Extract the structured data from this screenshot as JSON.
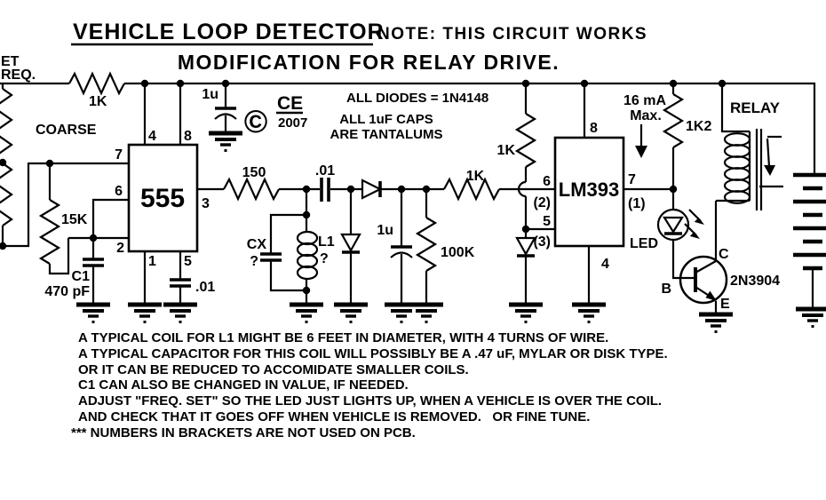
{
  "colors": {
    "ink": "#000000",
    "background": "#ffffff"
  },
  "header": {
    "title": "VEHICLE LOOP DETECTOR",
    "note": "NOTE: THIS CIRCUIT WORKS",
    "subtitle": "MODIFICATION FOR RELAY DRIVE."
  },
  "annotations": {
    "copyright_symbol": "©",
    "logo": "CE",
    "year": "2007",
    "diodes_note": "ALL DIODES = 1N4148",
    "caps_note_line1": "ALL 1uF CAPS",
    "caps_note_line2": "ARE TANTALUMS",
    "current_limit_line1": "16 mA",
    "current_limit_line2": "Max."
  },
  "labels": {
    "freq_set_clipped_line1": "ET",
    "freq_set_clipped_line2": "REQ.",
    "coarse_pot": "COARSE",
    "r_supply": "1K",
    "r_timing": "15K",
    "c1_name": "C1",
    "c1_value": "470 pF",
    "timer_ic": "555",
    "timer_pin4": "4",
    "timer_pin8": "8",
    "timer_pin7": "7",
    "timer_pin6": "6",
    "timer_pin2": "2",
    "timer_pin3": "3",
    "timer_pin1": "1",
    "timer_pin5": "5",
    "c_bypass_555": ".01",
    "c_supply": "1u",
    "r_output": "150",
    "c_coupling": ".01",
    "cx_name": "CX",
    "cx_value": "?",
    "l1_name": "L1",
    "l1_value": "?",
    "c_detector": "1u",
    "r_load": "100K",
    "r_input": "1K",
    "r_reference": "1K",
    "comparator_ic": "LM393",
    "comp_pin8": "8",
    "comp_pin6": "6",
    "comp_pin6_alt": "(2)",
    "comp_pin5": "5",
    "comp_pin5_alt": "(3)",
    "comp_pin7": "7",
    "comp_pin7_alt": "(1)",
    "comp_pin4": "4",
    "r_led": "1K2",
    "led": "LED",
    "relay": "RELAY",
    "transistor_collector": "C",
    "transistor_base": "B",
    "transistor_emitter": "E",
    "transistor_part": "2N3904"
  },
  "notes": {
    "line1": "A TYPICAL COIL FOR L1 MIGHT BE 6 FEET IN DIAMETER, WITH 4 TURNS OF WIRE.",
    "line2": "A TYPICAL CAPACITOR FOR THIS COIL WILL POSSIBLY BE A .47 uF, MYLAR OR DISK TYPE.",
    "line3": "OR IT CAN BE REDUCED TO ACCOMIDATE SMALLER COILS.",
    "line4": "C1 CAN ALSO BE CHANGED IN VALUE, IF NEEDED.",
    "line5": "ADJUST \"FREQ. SET\" SO THE LED JUST LIGHTS UP, WHEN A VEHICLE IS OVER THE COIL.",
    "line6": "AND CHECK THAT IT GOES OFF WHEN VEHICLE IS REMOVED.   OR FINE TUNE.",
    "line7": "*** NUMBERS IN BRACKETS ARE NOT USED ON PCB."
  }
}
